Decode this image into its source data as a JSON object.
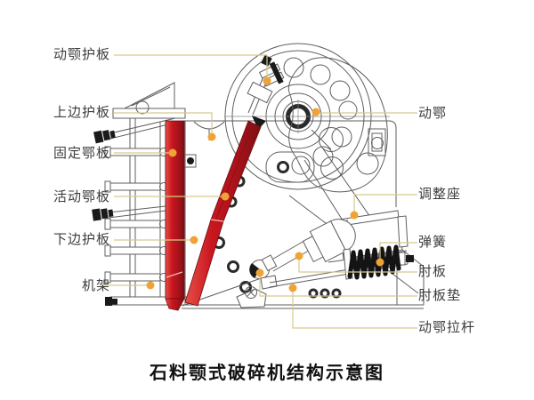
{
  "title": "石料颚式破碎机结构示意图",
  "labels": {
    "left": [
      {
        "text": "动颚护板"
      },
      {
        "text": "上边护板"
      },
      {
        "text": "固定鄂板"
      },
      {
        "text": "活动鄂板"
      },
      {
        "text": "下边护板"
      },
      {
        "text": "机架"
      }
    ],
    "right": [
      {
        "text": "动鄂"
      },
      {
        "text": "调整座"
      },
      {
        "text": "弹簧"
      },
      {
        "text": "肘板"
      },
      {
        "text": "肘板垫"
      },
      {
        "text": "动鄂拉杆"
      }
    ]
  },
  "colors": {
    "background": "#ffffff",
    "drawing_line": "#5f5f5f",
    "jaw_plate_red": "#c9161f",
    "jaw_plate_dark": "#7c1013",
    "jaw_plate_light": "#e85048",
    "leader_line": "#d6ca8d",
    "marker_dot": "#f0a335",
    "spring_black": "#141414",
    "label_text": "#3d3d3d",
    "title_text": "#111111"
  }
}
